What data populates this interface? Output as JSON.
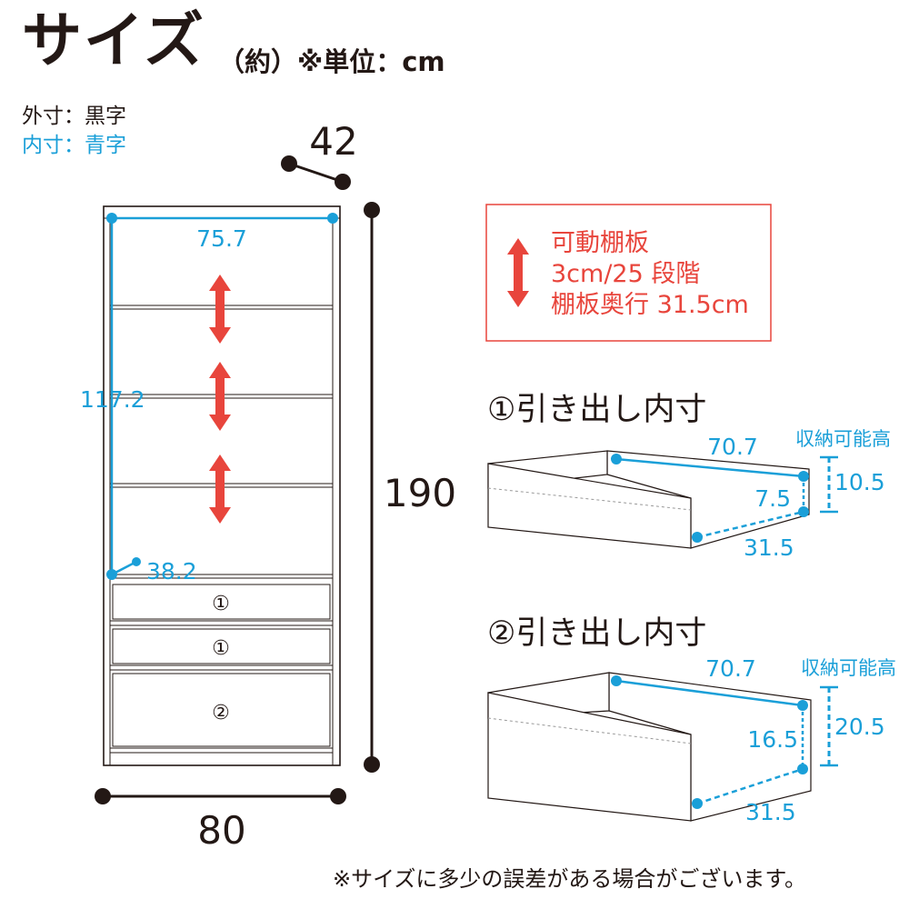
{
  "header": {
    "title": "サイズ",
    "unit_note": "（約）※単位：cm"
  },
  "legend": {
    "outer": "外寸：黒字",
    "inner": "内寸：青字"
  },
  "colors": {
    "outer_dimension": "#231815",
    "inner_dimension": "#1a9fd8",
    "shelf_arrow": "#e8453c",
    "callout_border": "#e8453c"
  },
  "shelf": {
    "depth": "42",
    "height": "190",
    "width": "80",
    "inner_width": "75.7",
    "inner_height": "117.2",
    "inner_depth": "38.2",
    "drawer_labels": [
      "①",
      "①",
      "②"
    ]
  },
  "adjustable_shelf_note": {
    "line1": "可動棚板",
    "line2": "3cm/25 段階",
    "line3": "棚板奥行 31.5cm"
  },
  "drawer1": {
    "title": "①引き出し内寸",
    "storage_label": "収納可能高",
    "width": "70.7",
    "inner_height": "7.5",
    "depth": "31.5",
    "storage_height": "10.5"
  },
  "drawer2": {
    "title": "②引き出し内寸",
    "storage_label": "収納可能高",
    "width": "70.7",
    "inner_height": "16.5",
    "depth": "31.5",
    "storage_height": "20.5"
  },
  "footnote": "※サイズに多少の誤差がある場合がございます。"
}
